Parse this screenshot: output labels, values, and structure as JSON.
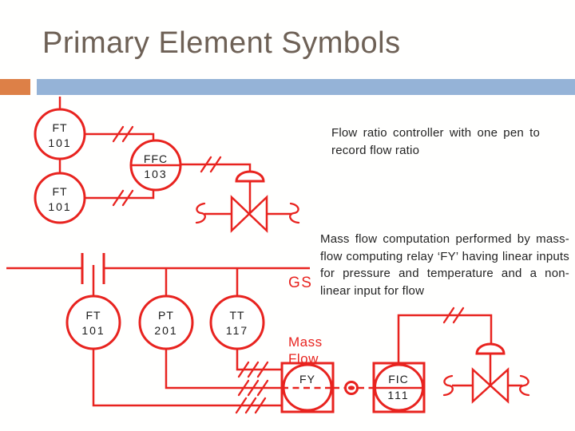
{
  "title": "Primary Element Symbols",
  "colors": {
    "diagram_red": "#e8231f",
    "bar_blue": "#95b3d7",
    "bar_orange": "#dd8047",
    "title_text": "#6e6156",
    "body_text": "#232323"
  },
  "captions": {
    "flow_ratio": "Flow ratio controller with one pen to record flow ratio",
    "mass_flow": "Mass flow computation performed by mass-flow computing relay ‘FY’ having linear inputs for pressure and temperature and a non-linear input for flow"
  },
  "diagram1": {
    "ft_top": {
      "tag": "FT",
      "num": "101"
    },
    "ft_bottom": {
      "tag": "FT",
      "num": "101"
    },
    "ffc": {
      "tag": "FFC",
      "num": "103"
    }
  },
  "diagram2": {
    "gs_label": "GS",
    "mass_flow_label": {
      "line1": "Mass",
      "line2": "Flow"
    },
    "ft": {
      "tag": "FT",
      "num": "101"
    },
    "pt": {
      "tag": "PT",
      "num": "201"
    },
    "tt": {
      "tag": "TT",
      "num": "117"
    },
    "fy": {
      "tag": "FY"
    },
    "fic": {
      "tag": "FIC",
      "num": "111"
    }
  }
}
